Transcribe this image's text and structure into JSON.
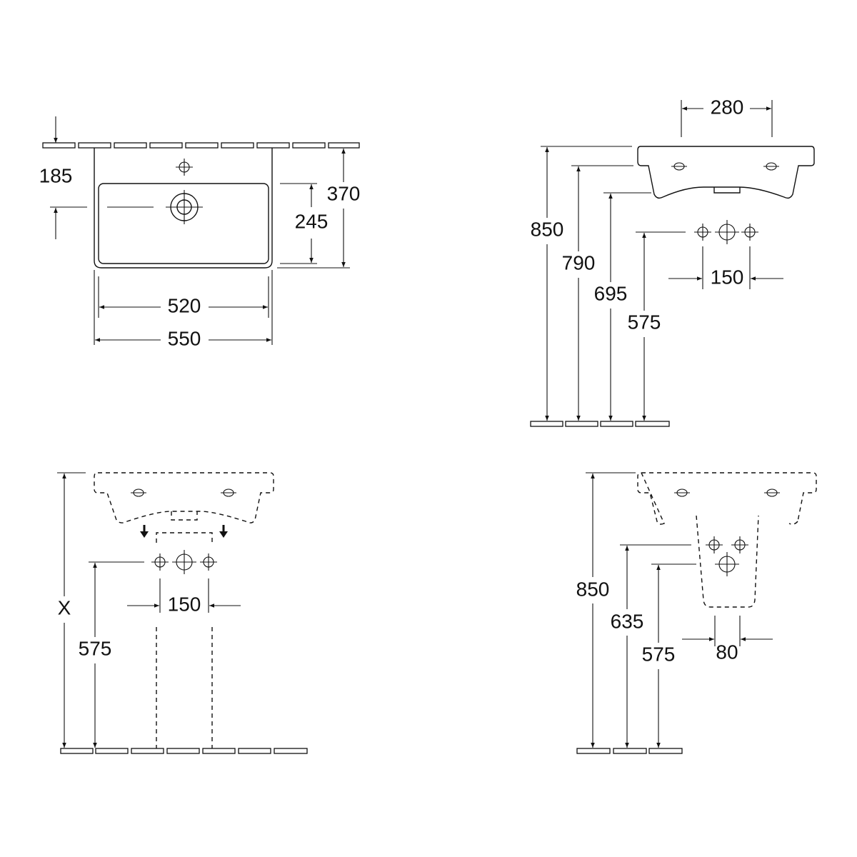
{
  "views": {
    "top_view": {
      "dim_tap_offset": "185",
      "dim_depth_total": "370",
      "dim_bowl_depth": "245",
      "dim_bowl_width": "520",
      "dim_total_width": "550"
    },
    "side_view_wall": {
      "dim_holes_spacing": "280",
      "dim_height_top": "850",
      "dim_height_rim": "790",
      "dim_height_bottom": "695",
      "dim_height_connections": "575",
      "dim_connection_spacing": "150"
    },
    "pedestal_view": {
      "dim_height_variable": "X",
      "dim_height_connections": "575",
      "dim_connection_spacing": "150"
    },
    "semi_pedestal_view": {
      "dim_height_top": "850",
      "dim_height_supply": "635",
      "dim_height_waste": "575",
      "dim_supply_spacing": "80"
    }
  }
}
